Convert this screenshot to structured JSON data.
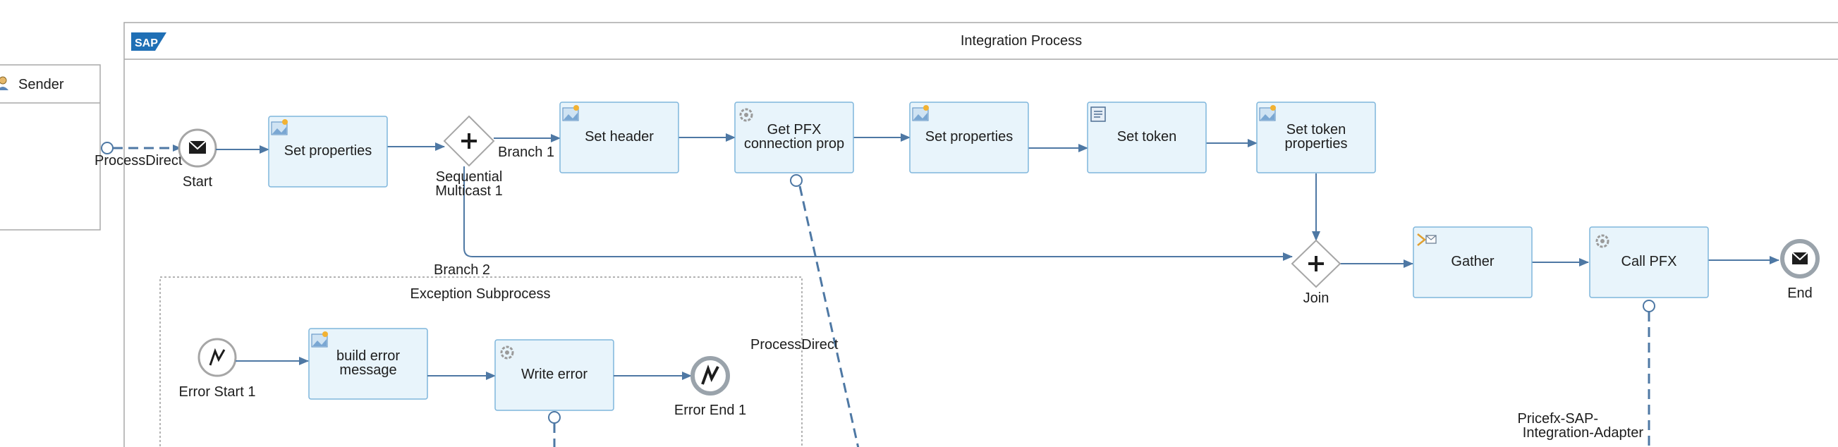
{
  "pool": {
    "logo": "SAP",
    "title": "Integration Process"
  },
  "sender": {
    "label": "Sender",
    "icon": "sender-person-icon"
  },
  "steps": {
    "set_properties_1": "Set properties",
    "set_header": "Set header",
    "get_pfx": [
      "Get PFX",
      "connection prop"
    ],
    "set_properties_2": "Set properties",
    "set_token": "Set token",
    "set_token_props": [
      "Set token",
      "properties"
    ],
    "gather": "Gather",
    "call_pfx": "Call PFX",
    "build_error": [
      "build error",
      "message"
    ],
    "write_error": "Write error"
  },
  "events": {
    "start": "Start",
    "end": "End",
    "error_start": "Error Start 1",
    "error_end": "Error End 1"
  },
  "gateways": {
    "multicast": [
      "Sequential",
      "Multicast 1"
    ],
    "join": "Join"
  },
  "branches": {
    "branch1": "Branch 1",
    "branch2": "Branch 2"
  },
  "subprocess": {
    "title": "Exception Subprocess"
  },
  "connections": {
    "process_direct_in": "ProcessDirect",
    "process_direct_out": "ProcessDirect",
    "adapter": [
      "Pricefx-SAP-",
      "Integration-Adapter"
    ]
  },
  "colors": {
    "step_fill": "#e8f4fb",
    "step_border": "#7fb6dc",
    "flow": "#4e78a4",
    "sap_blue": "#1f6fb5"
  }
}
